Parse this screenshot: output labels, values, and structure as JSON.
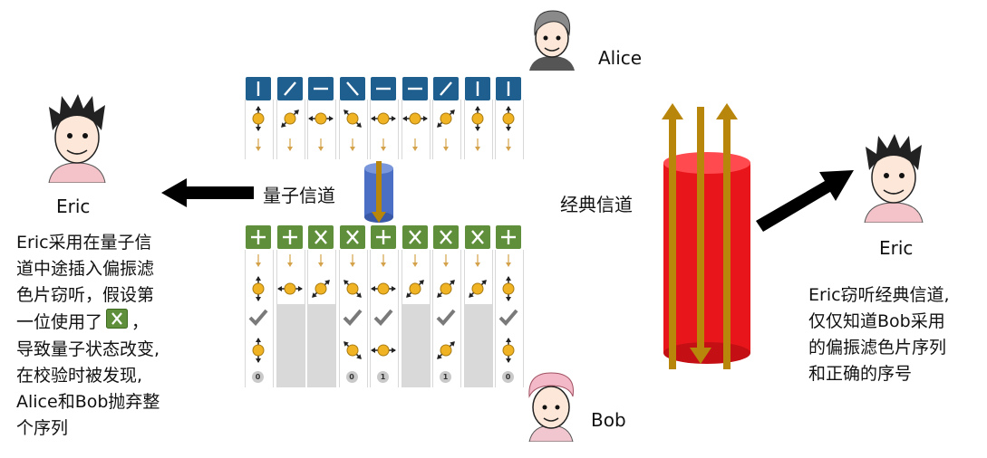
{
  "labels": {
    "alice": "Alice",
    "bob": "Bob",
    "eric_left": "Eric",
    "eric_right": "Eric",
    "quantum_channel": "量子信道",
    "classical_channel": "经典信道"
  },
  "left_text": {
    "lines": [
      "Eric采用在量子信",
      "道中途插入偏振滤",
      "色片窃听，假设第",
      "一位使用了",
      "导致量子状态改变,",
      "在校验时被发现,",
      "Alice和Bob抛弃整",
      "个序列"
    ],
    "line4_suffix": "，"
  },
  "right_text": {
    "lines": [
      "Eric窃听经典信道,",
      "仅仅知道Bob采用",
      "的偏振滤色片序列",
      "和正确的序号"
    ]
  },
  "alice_filters": [
    "vertical",
    "diagonal-right",
    "horizontal",
    "diagonal-left",
    "horizontal",
    "horizontal",
    "diagonal-right",
    "vertical",
    "vertical"
  ],
  "alice_photons": [
    "vertical",
    "diagonal-right",
    "horizontal",
    "diagonal-left",
    "horizontal",
    "horizontal",
    "diagonal-right",
    "vertical",
    "vertical"
  ],
  "bob_filters": [
    "plus",
    "plus",
    "cross",
    "cross",
    "plus",
    "cross",
    "cross",
    "cross",
    "plus"
  ],
  "bob_photons": [
    "vertical",
    "horizontal",
    "diagonal-right",
    "diagonal-left",
    "horizontal",
    "diagonal-right",
    "diagonal-right",
    "diagonal-right",
    "vertical"
  ],
  "bob_match": [
    false,
    false,
    false,
    true,
    true,
    false,
    true,
    false,
    true
  ],
  "bob_result_photons": [
    "",
    "",
    "",
    "diagonal-left",
    "horizontal",
    "",
    "diagonal-right",
    "",
    "vertical"
  ],
  "bits": [
    "0",
    "",
    "",
    "0",
    "1",
    "",
    "1",
    "",
    "0"
  ],
  "colors": {
    "filter_blue": "#1f5f8f",
    "filter_green": "#5f8f3a",
    "photon": "#f0b323",
    "arrow_gold": "#b8860b",
    "cylinder_red": "#e8161b",
    "cylinder_blue": "#4a6fc4",
    "checkmark": "#7a7a7a"
  }
}
